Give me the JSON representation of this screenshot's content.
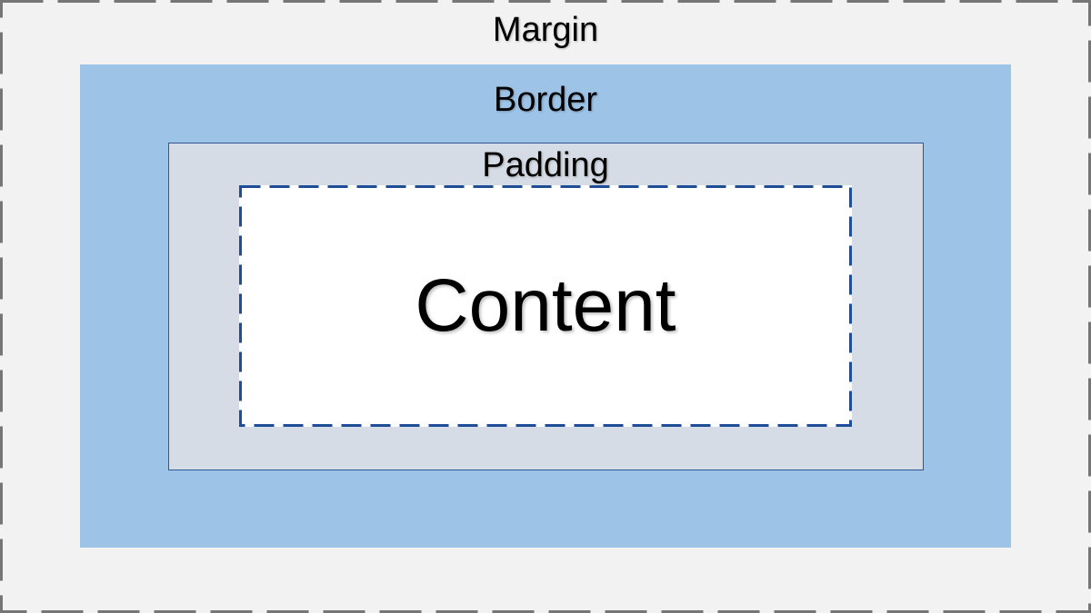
{
  "labels": {
    "margin": "Margin",
    "border": "Border",
    "padding": "Padding",
    "content": "Content"
  },
  "colors": {
    "margin_fill": "#f2f2f2",
    "margin_outline": "#767676",
    "border_fill": "#9dc3e6",
    "padding_fill": "#d6dce5",
    "padding_outline": "#2f5597",
    "content_fill": "#ffffff",
    "content_outline": "#1f4e99"
  }
}
